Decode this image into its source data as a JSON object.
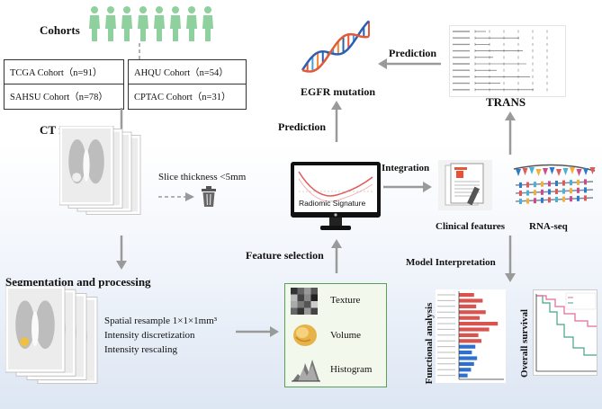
{
  "cohorts": {
    "title": "Cohorts",
    "left": [
      "TCGA Cohort（n=91）",
      "SAHSU Cohort（n=78）"
    ],
    "right": [
      "AHQU Cohort（n=54）",
      "CPTAC Cohort（n=31）"
    ]
  },
  "ct": {
    "title": "CT radiomics",
    "slice_note": "Slice thickness <5mm"
  },
  "seg": {
    "title": "Segmentation and processing",
    "steps": [
      "Spatial resample 1×1×1mm³",
      "Intensity discretization",
      "Intensity rescaling"
    ]
  },
  "features": {
    "items": [
      "Texture",
      "Volume",
      "Histogram"
    ],
    "selection_label": "Feature selection"
  },
  "signature": {
    "screen_label": "Radiomic Signature",
    "integration_label": "Integration"
  },
  "egfr": {
    "label": "EGFR mutation",
    "prediction_label": "Prediction"
  },
  "trans": {
    "label": "TRANS",
    "prediction_label": "Prediction"
  },
  "clinical": {
    "label": "Clinical features"
  },
  "rnaseq": {
    "label": "RNA-seq"
  },
  "interpretation": {
    "label": "Model Interpretation",
    "functional": "Functional analysis",
    "survival": "Overall survival"
  },
  "colors": {
    "person": "#8fd19e",
    "arrow": "#9a9a9a",
    "feature_box_border": "#5aa05a",
    "feature_box_bg": "#f2f8ec",
    "bar_red": "#d9534f",
    "bar_blue": "#2e6fd0"
  }
}
